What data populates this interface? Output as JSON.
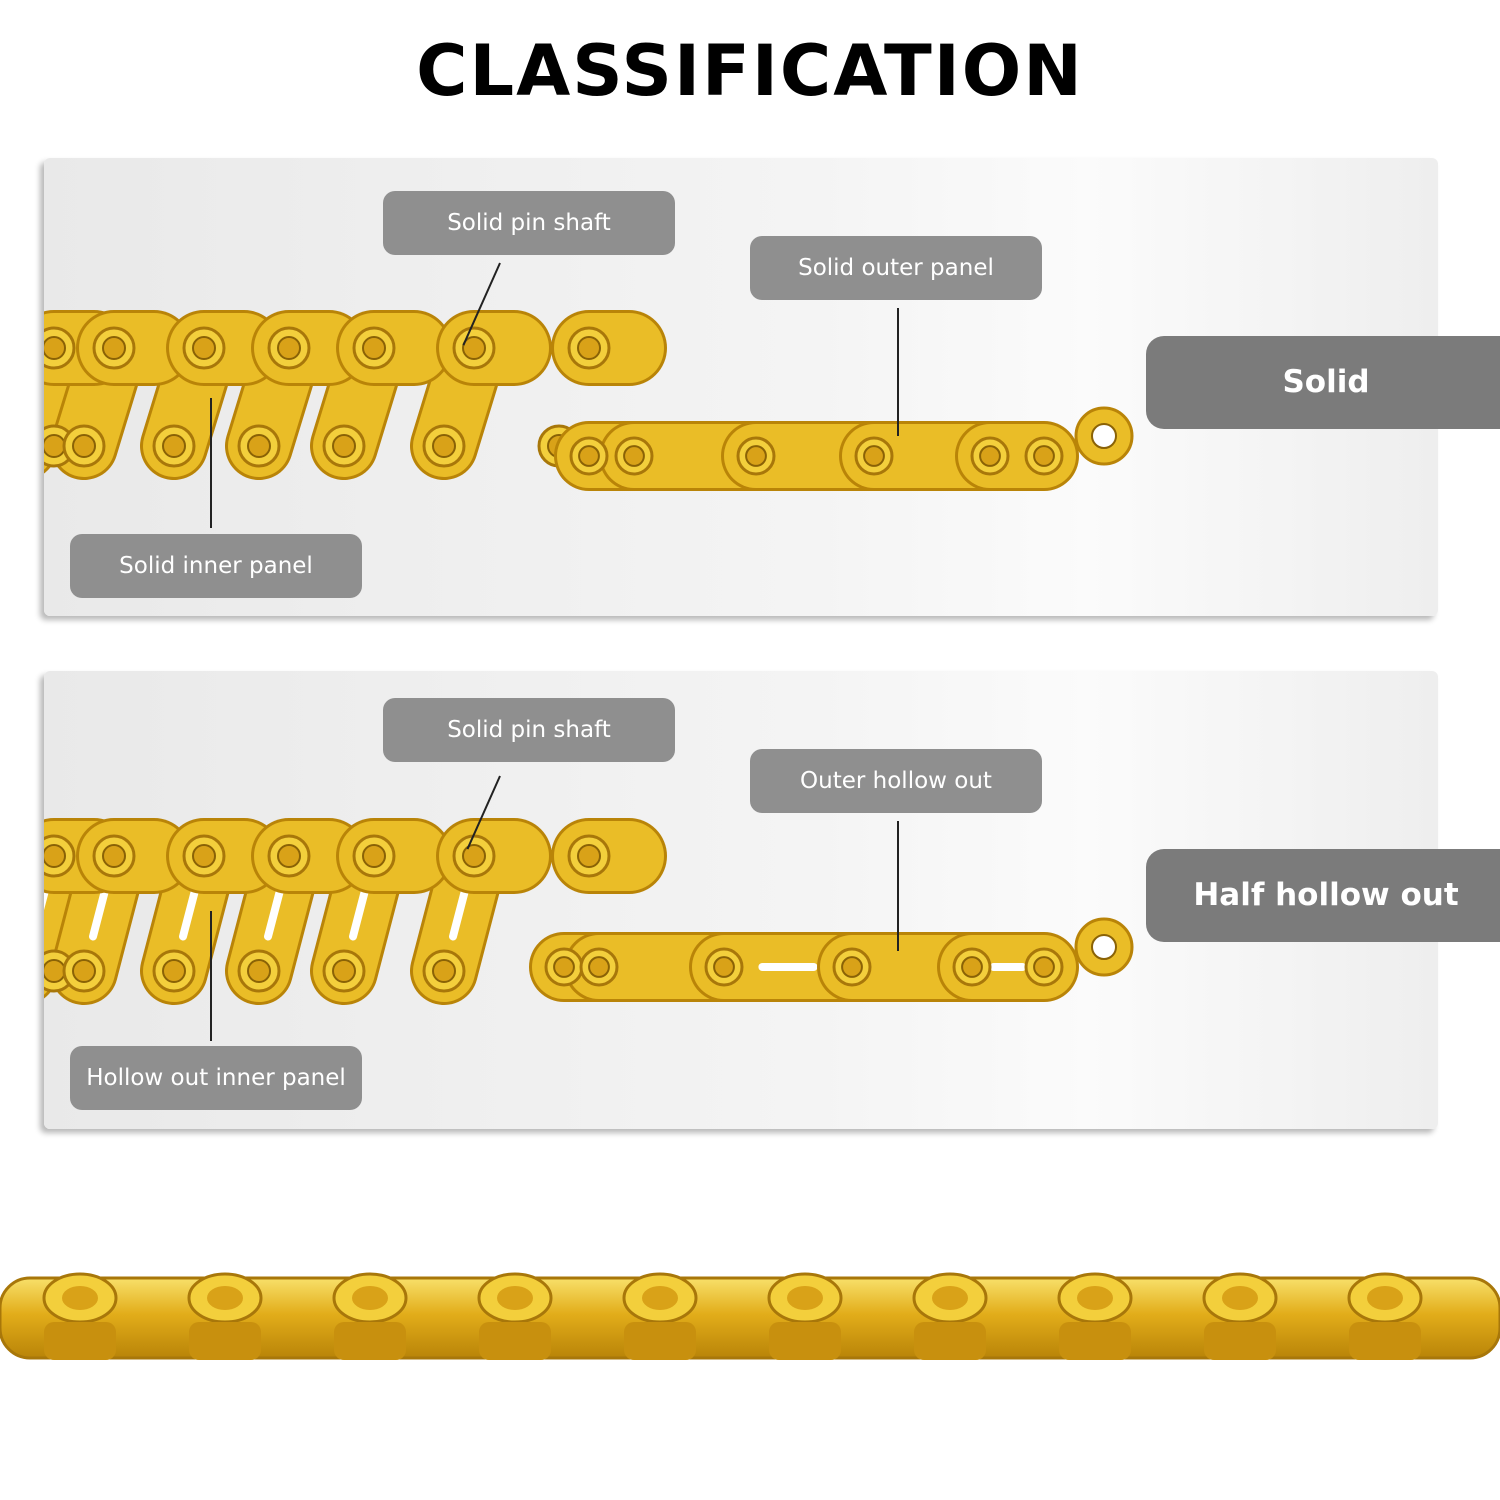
{
  "title": "CLASSIFICATION",
  "solid": {
    "pin_label": "Solid pin shaft",
    "outer_label": "Solid outer panel",
    "inner_label": "Solid inner panel",
    "tag": "Solid"
  },
  "half": {
    "pin_label": "Solid pin shaft",
    "outer_label": "Outer hollow out",
    "inner_label": "Hollow out inner panel",
    "tag": "Half hollow out"
  },
  "colors": {
    "gold": "#e8b820",
    "gold_light": "#f6dc5a",
    "label_bg": "#8f8f8f",
    "tag_bg": "#7b7b7b"
  }
}
